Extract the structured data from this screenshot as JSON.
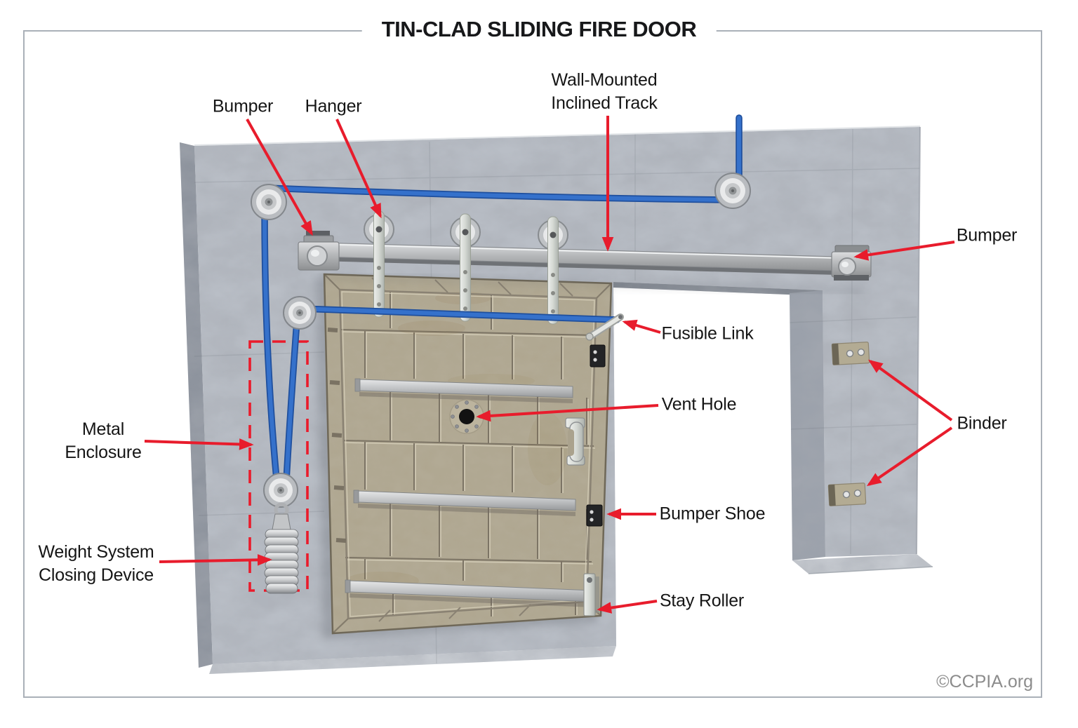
{
  "title": "TIN-CLAD SLIDING FIRE DOOR",
  "watermark": "©CCPIA.org",
  "labels": {
    "bumper_left": "Bumper",
    "hanger": "Hanger",
    "inclined_track": "Wall-Mounted\nInclined Track",
    "bumper_right": "Bumper",
    "fusible_link": "Fusible Link",
    "vent_hole": "Vent Hole",
    "metal_enclosure": "Metal\nEnclosure",
    "binder": "Binder",
    "bumper_shoe": "Bumper Shoe",
    "weight_system": "Weight System\nClosing Device",
    "stay_roller": "Stay Roller"
  },
  "colors": {
    "arrow_red": "#e81c2c",
    "enclosure_dash_red": "#ea1b2b",
    "cable_blue": "#3571cb",
    "cable_blue_dark": "#1f4f9d",
    "concrete_gray": "#b9bec6",
    "concrete_side": "#8e949e",
    "door_tan": "#b2aa95",
    "door_trim": "#8a8273",
    "track_silver": "#c3c5c7",
    "bumper_shoe_black": "#232426",
    "binder_bronze": "#b3ab93",
    "frame_gray": "#aab0b8",
    "label_text": "#151515",
    "watermark_gray": "#8c8c8c"
  }
}
